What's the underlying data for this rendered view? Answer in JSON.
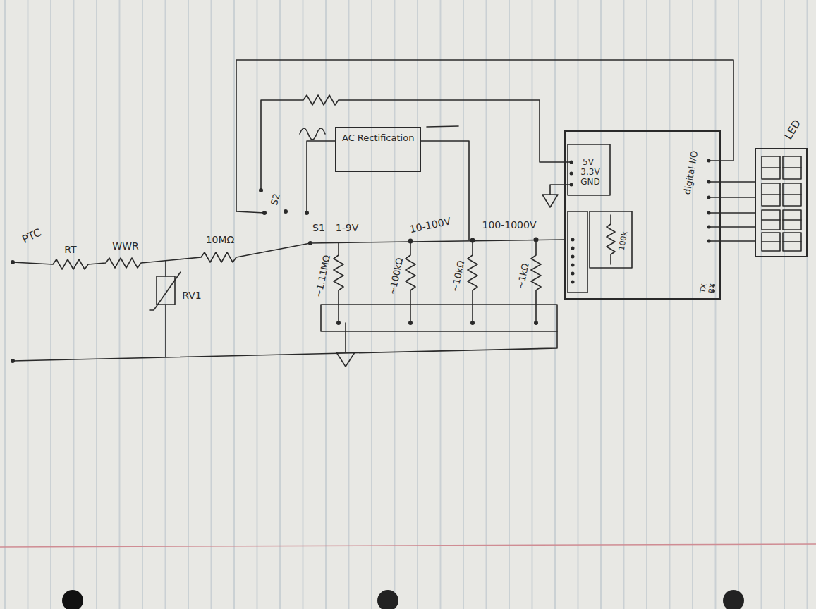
{
  "diagram": {
    "nodes": [
      {
        "text": [
          "AC Rectification"
        ]
      },
      {
        "text": [
          "5V",
          "3.3V",
          "GND",
          "digital I/O",
          "TX",
          "RX"
        ]
      },
      {
        "text": [
          "LED"
        ]
      }
    ],
    "edges": [
      {
        "from": 1,
        "to": 2,
        "arrow": "none"
      },
      {
        "from": 1,
        "to": 2,
        "arrow": "none"
      },
      {
        "from": 1,
        "to": 2,
        "arrow": "none"
      },
      {
        "from": 1,
        "to": 2,
        "arrow": "none"
      },
      {
        "from": 1,
        "to": 2,
        "arrow": "none"
      }
    ],
    "labels": [
      "PTC",
      "RT",
      "WWR",
      "10MΩ",
      "RV1",
      "S2",
      "S1",
      "1-9V",
      "10-100V",
      "100-1000V",
      "~1.11MΩ",
      "~100kΩ",
      "~10kΩ",
      "~1kΩ",
      "100k"
    ]
  }
}
